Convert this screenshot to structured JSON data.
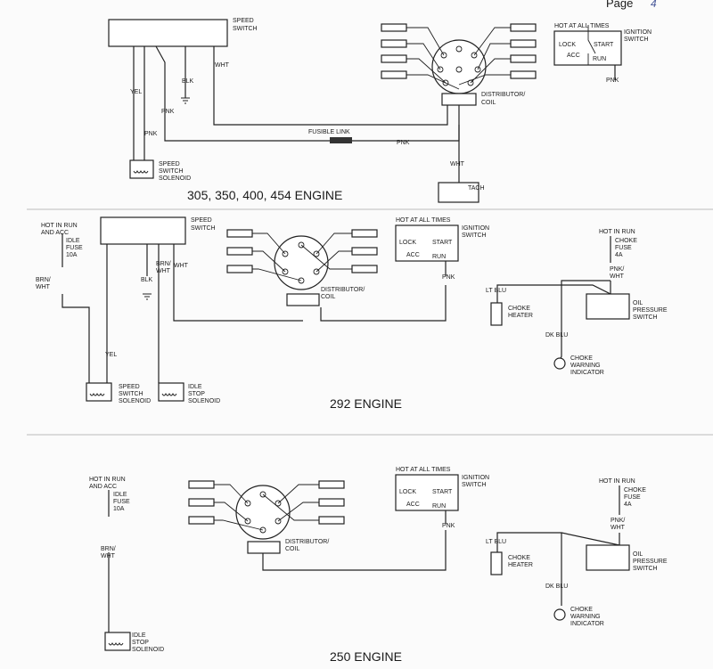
{
  "header": {
    "page_label": "Page",
    "handwritten_mark": "4"
  },
  "common": {
    "speed_switch": "SPEED SWITCH",
    "ignition_switch": "IGNITION SWITCH",
    "hot_at_all_times": "HOT AT ALL TIMES",
    "lock": "LOCK",
    "start": "START",
    "acc": "ACC",
    "run": "RUN",
    "distributor_coil": "DISTRIBUTOR/ COIL",
    "pnk": "PNK",
    "wht": "WHT",
    "yel": "YEL",
    "blk": "BLK",
    "brn_wht": "BRN/ WHT",
    "pnk_wht": "PNK/ WHT",
    "lt_blu": "LT BLU",
    "dk_blu": "DK BLU",
    "hot_in_run": "HOT IN RUN",
    "hot_in_run_and_acc": "HOT IN RUN AND ACC",
    "idle_fuse": "IDLE FUSE 10A",
    "choke_fuse": "CHOKE FUSE 4A",
    "choke_heater": "CHOKE HEATER",
    "oil_pressure_switch": "OIL PRESSURE SWITCH",
    "choke_warning_indicator": "CHOKE WARNING INDICATOR",
    "speed_switch_solenoid": "SPEED SWITCH SOLENOID",
    "idle_stop_solenoid": "IDLE STOP SOLENOID"
  },
  "sections": [
    {
      "title": "305, 350, 400, 454 ENGINE",
      "fusible_link": "FUSIBLE LINK",
      "tach": "TACH"
    },
    {
      "title": "292 ENGINE"
    },
    {
      "title": "250 ENGINE"
    }
  ]
}
